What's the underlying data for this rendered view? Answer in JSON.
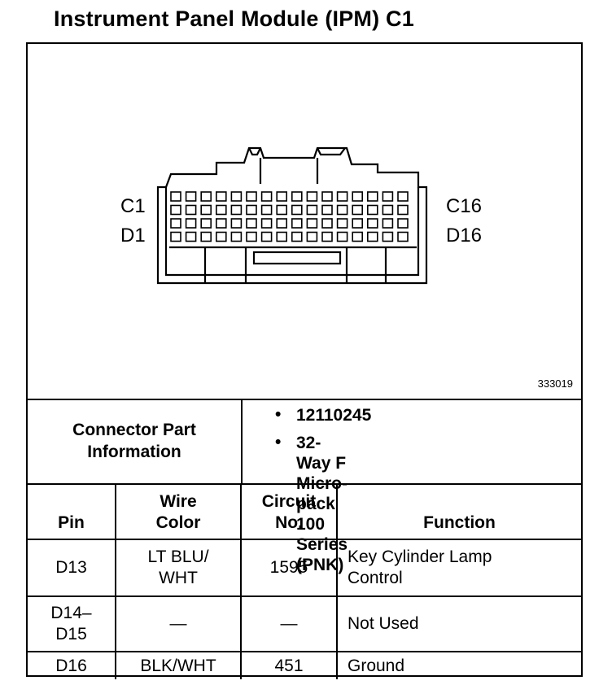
{
  "title": "Instrument Panel Module (IPM) C1",
  "figure": {
    "figure_number": "333019",
    "pin_labels": {
      "top_left": "C1",
      "bottom_left": "D1",
      "top_right": "C16",
      "bottom_right": "D16"
    }
  },
  "connector_info": {
    "label": "Connector Part Information",
    "bullets": [
      "12110245",
      "32-Way F Micro-pack\n100 Series (PNK)"
    ],
    "bullet_char": "•"
  },
  "table": {
    "headers": [
      "Pin",
      "Wire\nColor",
      "Circuit\nNo.",
      "Function"
    ],
    "rows": [
      [
        "D13",
        "LT BLU/\nWHT",
        "1595",
        "Key Cylinder Lamp\nControl"
      ],
      [
        "D14–\nD15",
        "—",
        "—",
        "Not Used"
      ],
      [
        "D16",
        "BLK/WHT",
        "451",
        "Ground"
      ]
    ]
  }
}
